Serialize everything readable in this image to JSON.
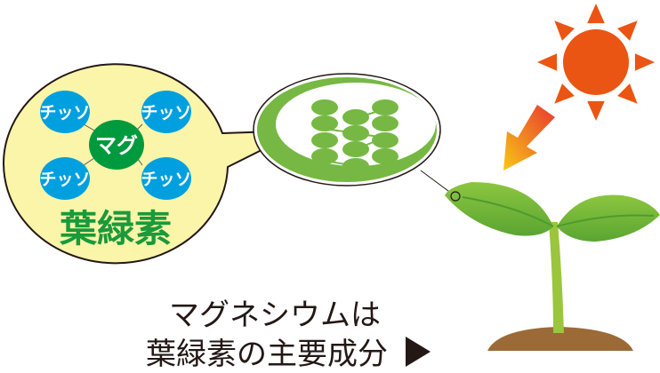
{
  "bubble": {
    "center_label": "マグ",
    "nitrogen_labels": [
      "チッソ",
      "チッソ",
      "チッソ",
      "チッソ"
    ],
    "title": "葉緑素"
  },
  "caption": {
    "line1": "マグネシウムは",
    "line2": "葉緑素の主要成分"
  },
  "colors": {
    "bubble_fill": "#fbf5a9",
    "nitrogen_blue": "#00a0e0",
    "magnesium_green": "#009a3e",
    "leaf_green": "#76b843",
    "sun_orange": "#ea5513",
    "soil": "#9b6a37"
  }
}
